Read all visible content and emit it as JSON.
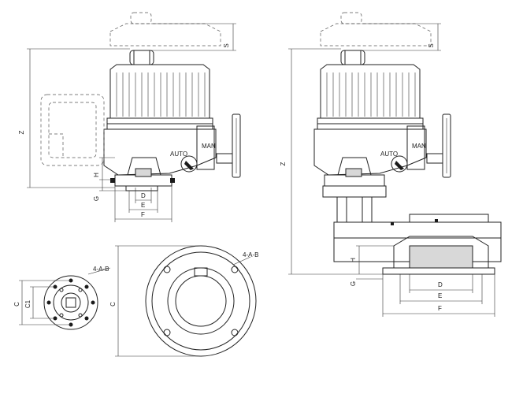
{
  "labels": {
    "S": "S",
    "Z": "Z",
    "H": "H",
    "G": "G",
    "D": "D",
    "E": "E",
    "F": "F",
    "C": "C",
    "C1": "C1",
    "hole_callout": "4-A-B",
    "auto": "AUTO",
    "man": "MAN"
  }
}
